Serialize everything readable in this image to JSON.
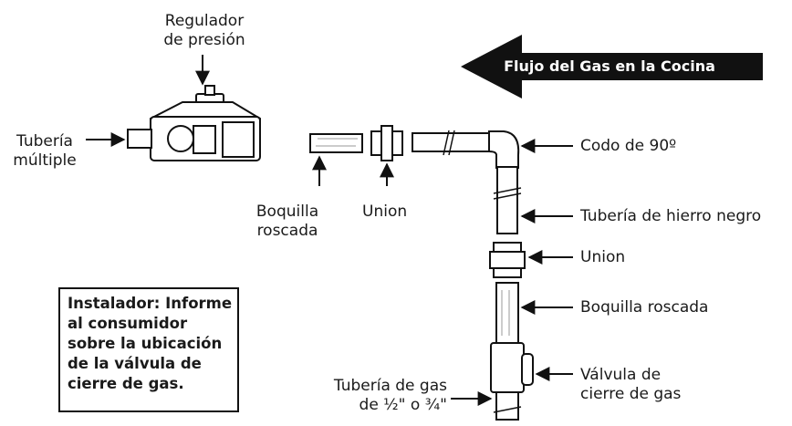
{
  "labels": {
    "regulator_line1": "Regulador",
    "regulator_line2": "de presión",
    "manifold_line1": "Tubería",
    "manifold_line2": "múltiple",
    "nipple_left_line1": "Boquilla",
    "nipple_left_line2": "roscada",
    "union_left": "Union",
    "elbow": "Codo de 90º",
    "black_iron_pipe": "Tubería de hierro negro",
    "union_right": "Union",
    "nipple_right": "Boquilla roscada",
    "valve_line1": "Válvula de",
    "valve_line2": "cierre de gas",
    "gas_pipe_line1": "Tubería de gas",
    "gas_pipe_line2": "de ½\" o ¾\""
  },
  "flow_arrow": {
    "text": "Flujo del Gas en la Cocina"
  },
  "note": {
    "lines": [
      "Instalador: Informe",
      "al consumidor",
      "sobre la ubicación",
      "de la válvula de",
      "cierre de gas."
    ]
  },
  "colors": {
    "ink": "#1a1a1a",
    "arrow_fill": "#111111",
    "pipe_fill": "#ffffff"
  }
}
